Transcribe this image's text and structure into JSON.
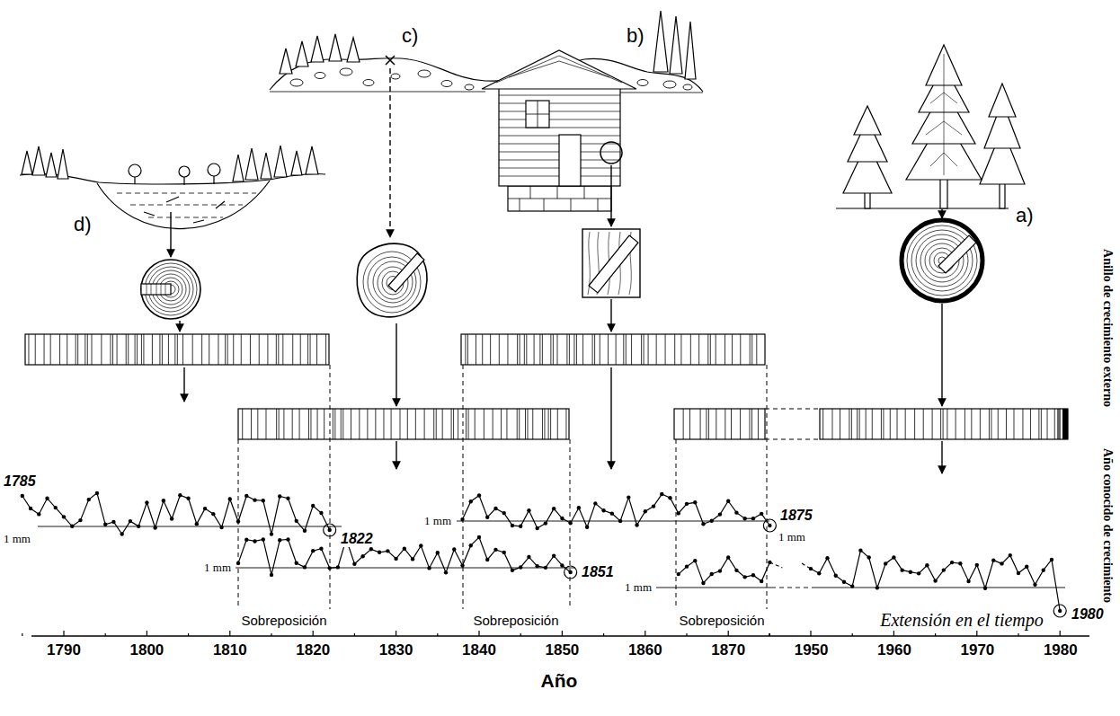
{
  "diagram": {
    "labels": [
      "c)",
      "b)",
      "d)",
      "a)",
      "Anillo de crecimiento externo",
      "Año conocido de crecimiento",
      "1785",
      "1 mm",
      "1875",
      "1 mm",
      "1 mm",
      "1822",
      "1 mm",
      "1851",
      "1 mm",
      "1980",
      "Sobreposición",
      "Sobreposición",
      "Sobreposición",
      "Extensión en el tiempo",
      "1790",
      "1800",
      "1810",
      "1820",
      "1830",
      "1840",
      "1850",
      "1860",
      "1870",
      "1950",
      "1960",
      "1970",
      "1980",
      "Año"
    ]
  }
}
